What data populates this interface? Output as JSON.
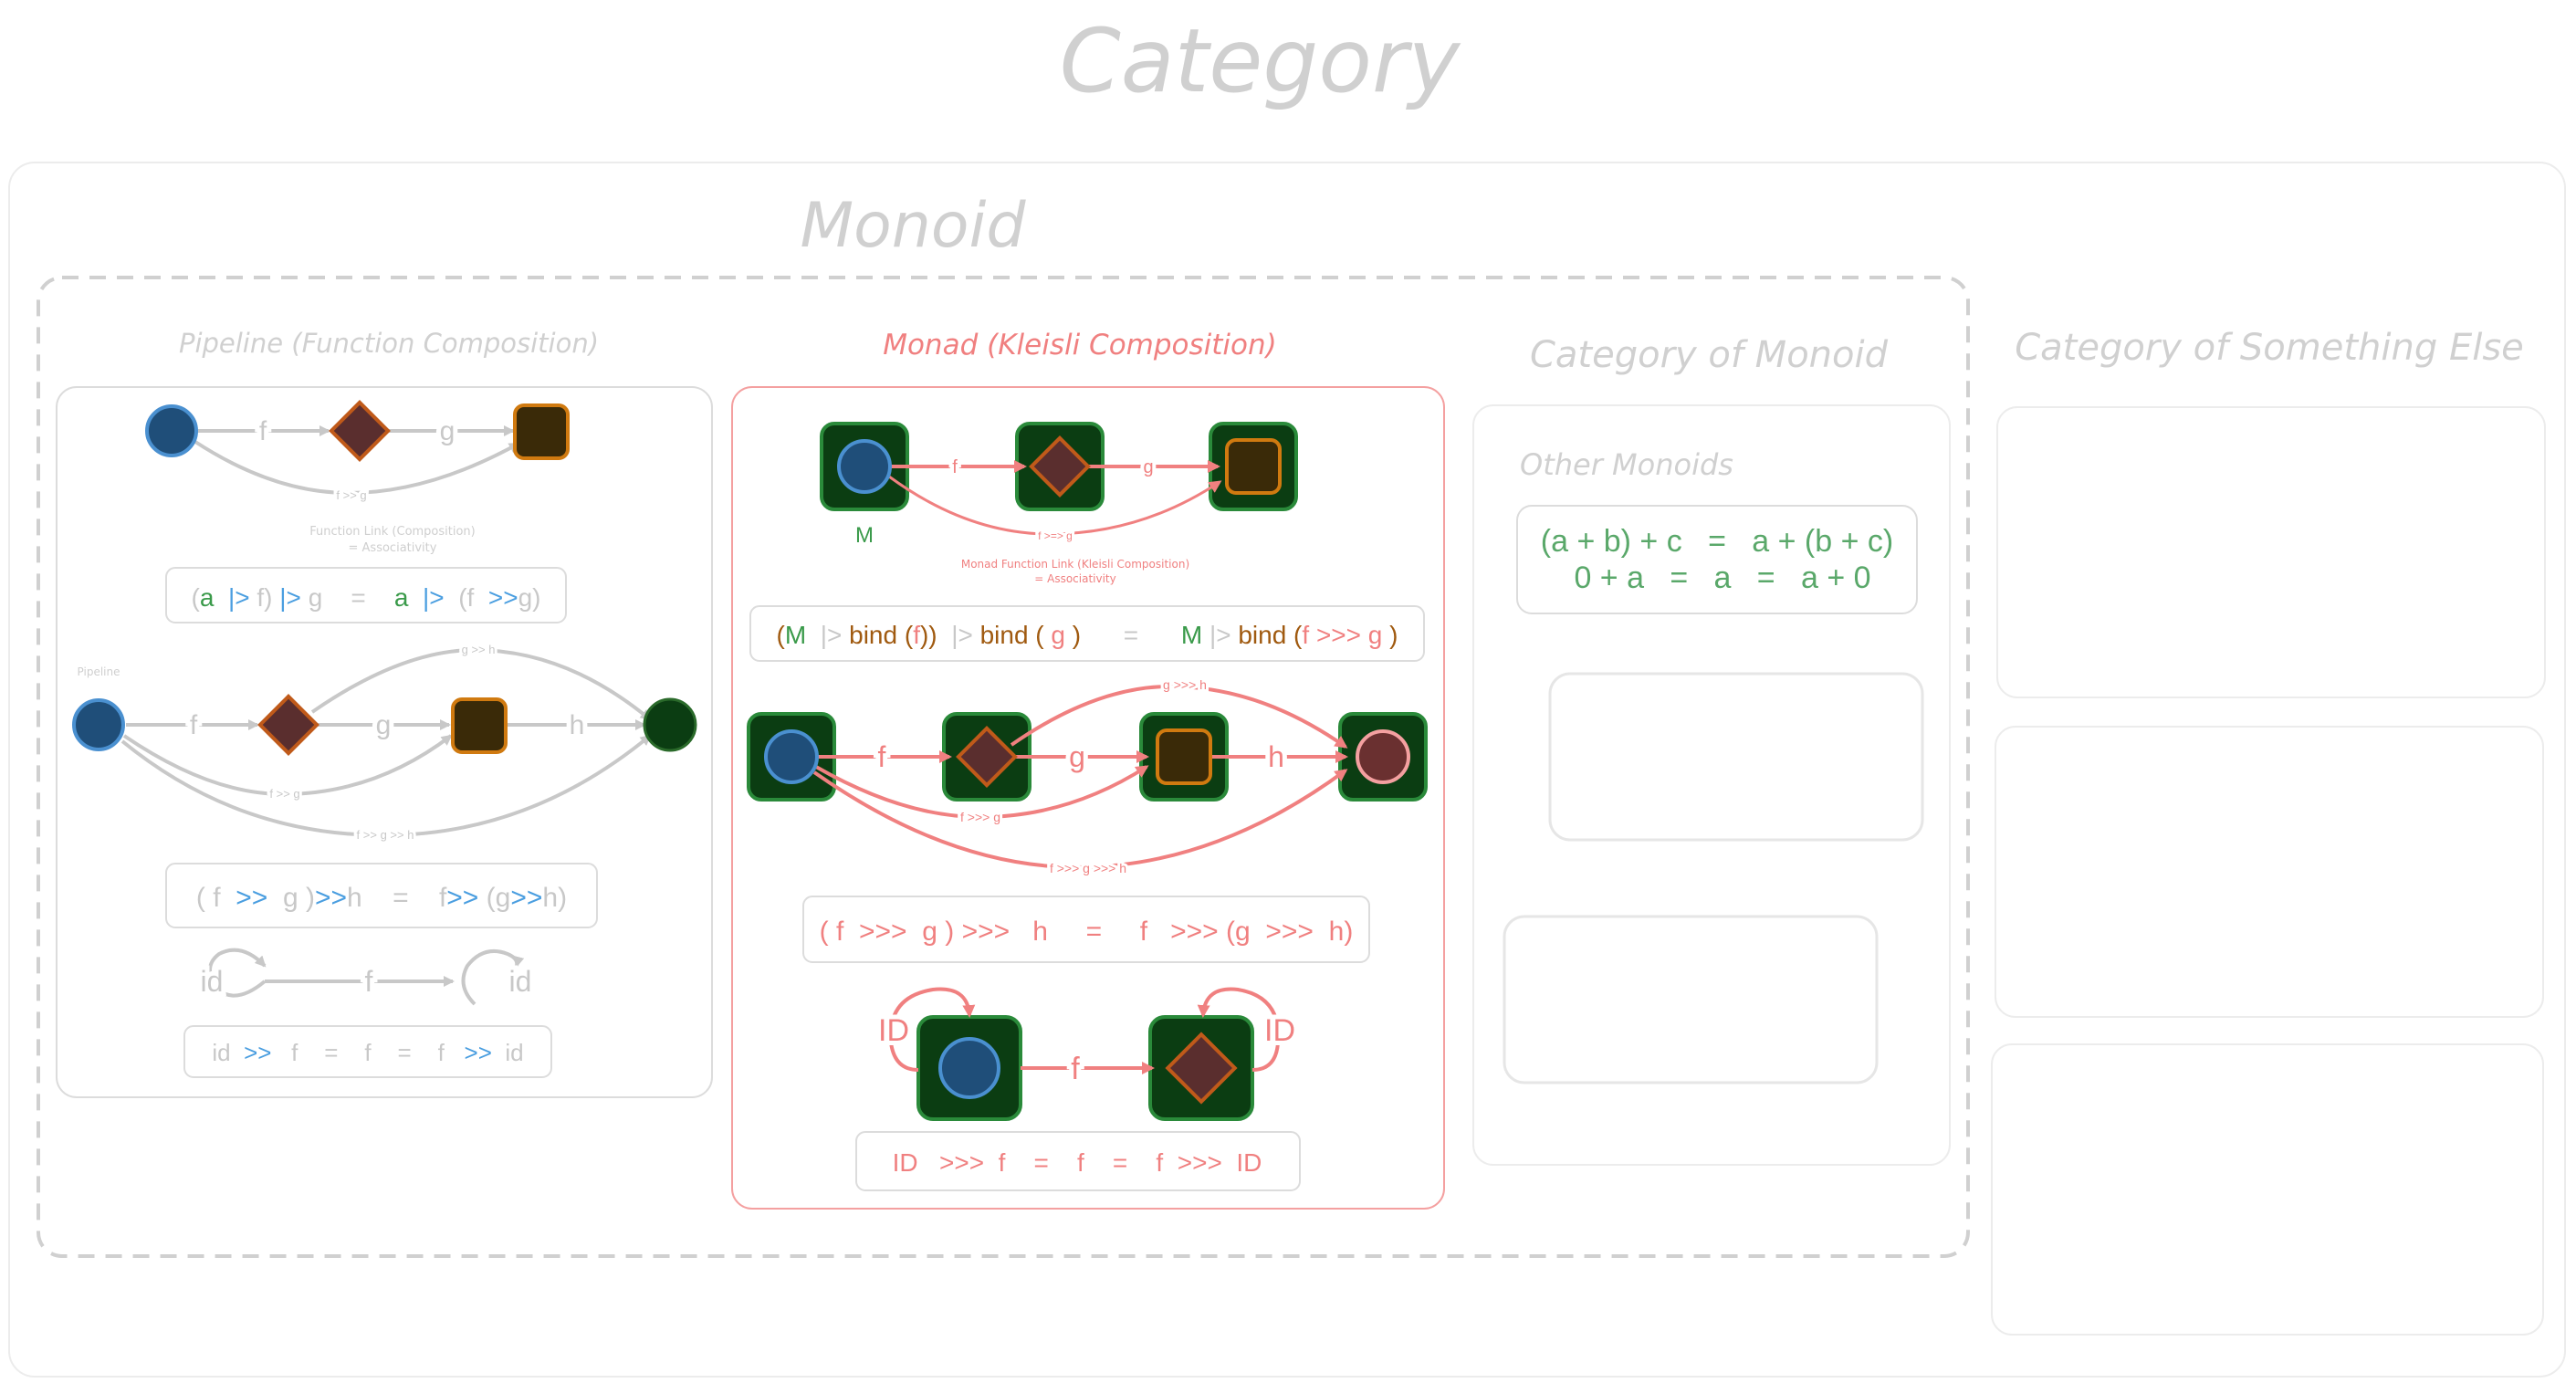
{
  "title": "Category",
  "monoid_title": "Monoid",
  "colors": {
    "grey": "#c8c8c8",
    "light_grey": "#d0d0d0",
    "red": "#f08080",
    "green_text": "#5aa86a",
    "dark_green": "#0b3d12",
    "green_border": "#1f7a2a",
    "blue_fill": "#1f4e79",
    "blue_border": "#4a90d0",
    "diamond_fill": "#5a2e2e",
    "diamond_border": "#c05a1a",
    "square_fill": "#3a2a08",
    "square_border": "#d07a10",
    "operator_blue": "#4a9ee0",
    "bind_brown": "#a05a10"
  },
  "pipeline": {
    "heading": "Pipeline (Function Composition)",
    "top_labels": {
      "f": "f",
      "g": "g",
      "fg": "f >> g"
    },
    "note": {
      "line1": "Function Link (Composition)",
      "line2": "= Associativity"
    },
    "eq1": {
      "a1": "a",
      "op1": "|>",
      "f": "f",
      "op2": "|>",
      "g": "g",
      "eq": "=",
      "a2": "a",
      "op3": "|>",
      "f2": "f",
      "op4": ">>",
      "g2": "g"
    },
    "side_label": "Pipeline",
    "chain_labels": {
      "f": "f",
      "g": "g",
      "h": "h",
      "gh": "g >> h",
      "fg": "f >> g",
      "fgh": "f >> g >> h"
    },
    "eq2": {
      "f": "f",
      "op1": ">>",
      "g": "g",
      "op2": ">>",
      "h": "h",
      "eq": "=",
      "f2": "f",
      "op3": ">>",
      "g2": "g",
      "op4": ">>",
      "h2": "h"
    },
    "id_labels": {
      "id_left": "id",
      "f": "f",
      "id_right": "id"
    },
    "eq3": {
      "id1": "id",
      "op1": ">>",
      "f1": "f",
      "eq1": "=",
      "f2": "f",
      "eq2": "=",
      "f3": "f",
      "op2": ">>",
      "id2": "id"
    }
  },
  "monad": {
    "heading": "Monad (Kleisli Composition)",
    "m_label": "M",
    "top_labels": {
      "f": "f",
      "g": "g",
      "fg": "f >=> g"
    },
    "note": {
      "line1": "Monad Function Link (Kleisli Composition)",
      "line2": "= Associativity"
    },
    "eq1": {
      "m1": "M",
      "op1": "|>",
      "bind1": "bind",
      "f": "f",
      "op2": "|>",
      "bind2": "bind",
      "g": "g",
      "eq": "=",
      "m2": "M",
      "op3": "|>",
      "bind3": "bind",
      "f2": "f",
      "op4": ">>>",
      "g2": "g"
    },
    "chain_labels": {
      "f": "f",
      "g": "g",
      "h": "h",
      "gh": "g >>> h",
      "fg": "f >>> g",
      "fgh": "f >>> g >>> h"
    },
    "eq2": {
      "f": "f",
      "op1": ">>>",
      "g": "g",
      "op2": ">>>",
      "h": "h",
      "eq": "=",
      "f2": "f",
      "op3": ">>>",
      "g2": "g",
      "op4": ">>>",
      "h2": "h"
    },
    "id_labels": {
      "id_left": "ID",
      "f": "f",
      "id_right": "ID"
    },
    "eq3": {
      "id1": "ID",
      "op1": ">>>",
      "f1": "f",
      "eq1": "=",
      "f2": "f",
      "eq2": "=",
      "f3": "f",
      "op2": ">>>",
      "id2": "ID"
    }
  },
  "category_of_monoid": {
    "heading": "Category of Monoid",
    "other_monoids": "Other Monoids",
    "law1": "(a + b) + c   =   a + (b + c)",
    "law2": "0 + a   =   a   =   a + 0"
  },
  "category_something_else": {
    "heading": "Category of Something Else"
  }
}
